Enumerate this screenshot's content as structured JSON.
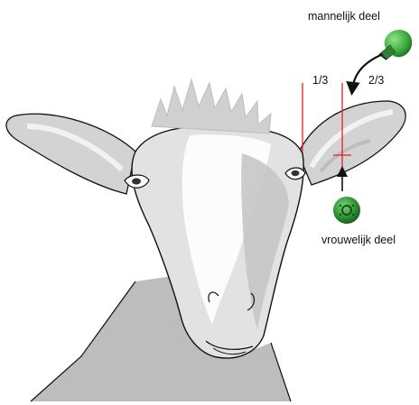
{
  "labels": {
    "male_part": "mannelijk deel",
    "female_part": "vrouwelijk deel",
    "one_third": "1/3",
    "two_thirds": "2/3"
  },
  "colors": {
    "measure_line": "#e0212b",
    "tag_green": "#3aa83a",
    "tag_green_dark": "#1f6e25",
    "goat_shade": "#c9c9c9",
    "goat_dark": "#9a9a9a",
    "outline": "#111111"
  },
  "icons": {
    "male_tag": "ear-tag-male-part-icon",
    "female_tag": "ear-tag-female-part-icon",
    "arrow_curved": "curved-arrow-icon",
    "arrow_up": "up-arrow-icon"
  }
}
